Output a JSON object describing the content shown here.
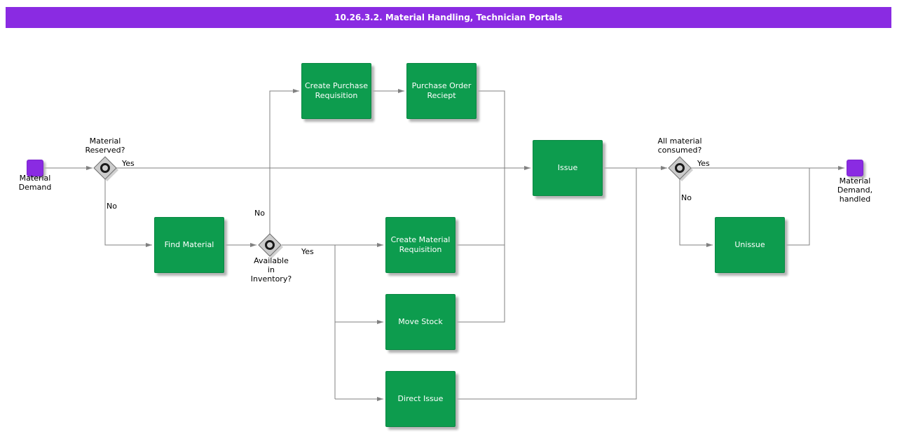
{
  "title": "10.26.3.2. Material Handling, Technician Portals",
  "nodes": {
    "start_label": "Material\nDemand",
    "end_label": "Material\nDemand,\nhandled",
    "find_material": "Find Material",
    "create_purchase_requisition": "Create Purchase\nRequisition",
    "purchase_order_receipt": "Purchase Order\nReciept",
    "create_material_requisition": "Create Material\nRequisition",
    "move_stock": "Move Stock",
    "direct_issue": "Direct Issue",
    "issue": "Issue",
    "unissue": "Unissue"
  },
  "decisions": {
    "material_reserved": {
      "label": "Material\nReserved?",
      "yes": "Yes",
      "no": "No"
    },
    "available_in_inventory": {
      "label": "Available\nin\nInventory?",
      "yes": "Yes",
      "no": "No"
    },
    "all_material_consumed": {
      "label": "All material\nconsumed?",
      "yes": "Yes",
      "no": "No"
    }
  },
  "colors": {
    "title_bg": "#8a2be2",
    "task_green": "#0d9c4e",
    "terminal_purple": "#8a2be2",
    "connector_gray": "#808080",
    "decision_fill": "#cccccc"
  }
}
